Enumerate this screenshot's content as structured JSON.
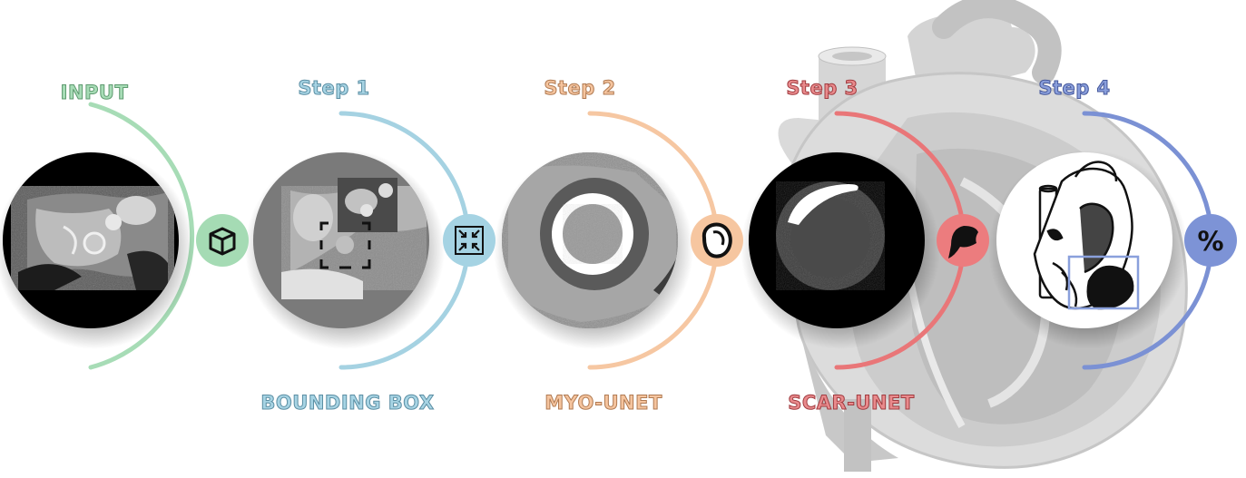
{
  "stages": [
    {
      "id": "input",
      "top_label": "INPUT",
      "bottom_label": "",
      "connector_icon": "cube-icon",
      "color": "#9fd7b0",
      "text_color": "#9fd7b0",
      "stroke_color": "#5e9a6f"
    },
    {
      "id": "step1",
      "top_label": "Step 1",
      "bottom_label": "BOUNDING BOX",
      "connector_icon": "bounding-box-icon",
      "color": "#9ccfe0",
      "text_color": "#a7d4e4",
      "stroke_color": "#5b8ea3"
    },
    {
      "id": "step2",
      "top_label": "Step 2",
      "bottom_label": "MYO-UNET",
      "connector_icon": "myocardium-icon",
      "color": "#f6c49b",
      "text_color": "#f5c49e",
      "stroke_color": "#b07a52"
    },
    {
      "id": "step3",
      "top_label": "Step 3",
      "bottom_label": "SCAR-UNET",
      "connector_icon": "scar-icon",
      "color": "#ec7b7d",
      "text_color": "#e98a8c",
      "stroke_color": "#a03c40"
    },
    {
      "id": "step4",
      "top_label": "Step 4",
      "bottom_label": "",
      "connector_icon": "percent-icon",
      "connector_text": "%",
      "color": "#7d93d6",
      "text_color": "#8a9fdc",
      "stroke_color": "#45579a"
    }
  ],
  "background": {
    "heart_color": "#d9d9d9",
    "heart_dark": "#a9a9a9"
  }
}
